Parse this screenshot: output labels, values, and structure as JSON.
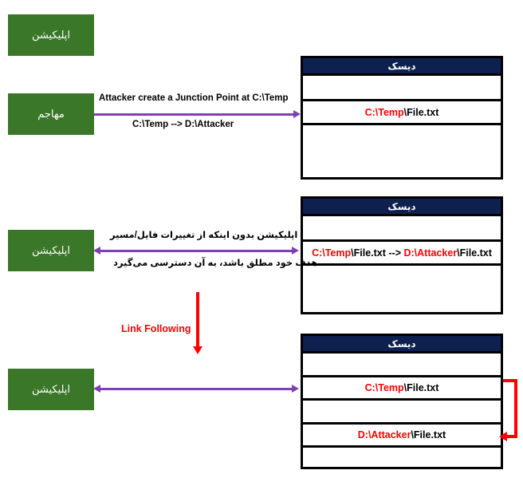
{
  "colors": {
    "actor_green": "#3a7728",
    "disk_header_navy": "#0d2050",
    "arrow_purple": "#7f3fb5",
    "accent_red": "#ff0000",
    "border_black": "#000000",
    "background": "#ffffff"
  },
  "actors": [
    {
      "id": "application-top",
      "label": "اپلیکیشن"
    },
    {
      "id": "attacker",
      "label": "مهاجم"
    },
    {
      "id": "application-middle",
      "label": "اپلیکیشن"
    },
    {
      "id": "application-bottom",
      "label": "اپلیکیشن"
    }
  ],
  "disks": [
    {
      "id": "disk-1",
      "header": "دیسک",
      "rows": [
        {
          "text": "",
          "segments": []
        },
        {
          "text": "C:\\Temp\\File.txt",
          "segments": [
            {
              "t": "C:\\Temp",
              "c": "red"
            },
            {
              "t": "\\File.txt",
              "c": "black"
            }
          ]
        },
        {
          "text": "",
          "segments": []
        }
      ]
    },
    {
      "id": "disk-2",
      "header": "دیسک",
      "rows": [
        {
          "text": "",
          "segments": []
        },
        {
          "text": "C:\\Temp\\File.txt --> D:\\Attacker\\File.txt",
          "segments": [
            {
              "t": "C:\\Temp",
              "c": "red"
            },
            {
              "t": "\\File.txt --> ",
              "c": "black"
            },
            {
              "t": "D:\\Attacker",
              "c": "red"
            },
            {
              "t": "\\File.txt",
              "c": "black"
            }
          ]
        },
        {
          "text": "",
          "segments": []
        }
      ]
    },
    {
      "id": "disk-3",
      "header": "دیسک",
      "rows": [
        {
          "text": "",
          "segments": []
        },
        {
          "text": "C:\\Temp\\File.txt",
          "segments": [
            {
              "t": "C:\\Temp",
              "c": "red"
            },
            {
              "t": "\\File.txt",
              "c": "black"
            }
          ]
        },
        {
          "text": "",
          "segments": []
        },
        {
          "text": "D:\\Attacker\\File.txt",
          "segments": [
            {
              "t": "D:\\Attacker",
              "c": "red"
            },
            {
              "t": "\\File.txt",
              "c": "black"
            }
          ]
        },
        {
          "text": "",
          "segments": []
        }
      ]
    }
  ],
  "flows": {
    "attacker_flow": {
      "caption_above": "Attacker create a Junction Point at C:\\Temp",
      "caption_below": "C:\\Temp --> D:\\Attacker",
      "direction": "right"
    },
    "app_access_flow": {
      "caption_above": "اپلیکیشن بدون اینکه از تغییرات فایل/مسیر",
      "caption_below": "هدف خود مطلق باشد، به آن دسترسی می‌گیرد",
      "direction": "both"
    },
    "link_following": {
      "label": "Link Following",
      "direction": "down"
    },
    "resolved_flow": {
      "caption_above": "",
      "caption_below": "",
      "direction": "both"
    }
  }
}
